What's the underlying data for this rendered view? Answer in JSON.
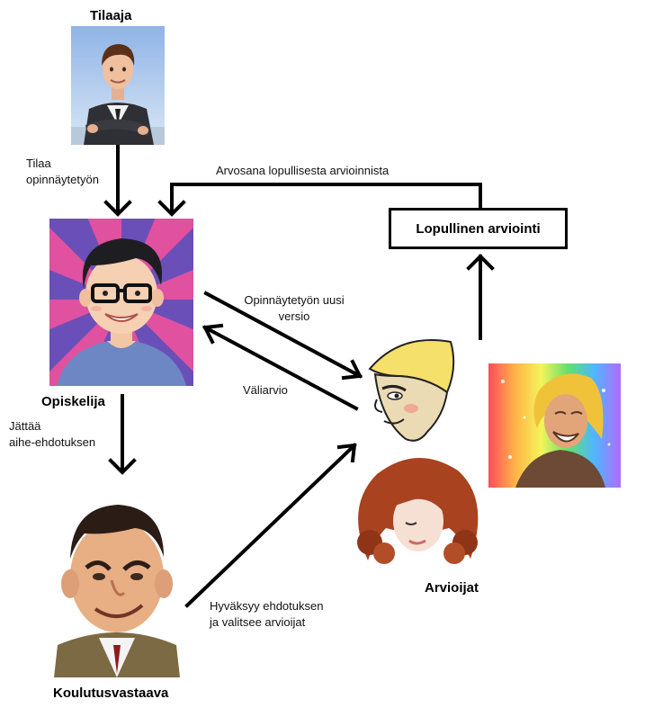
{
  "nodes": {
    "tilaaja": {
      "label": "Tilaaja"
    },
    "opiskelija": {
      "label": "Opiskelija"
    },
    "koulutusvastaava": {
      "label": "Koulutusvastaava"
    },
    "arvioijat": {
      "label": "Arvioijat"
    },
    "final": {
      "label": "Lopullinen arviointi"
    }
  },
  "edges": {
    "order": {
      "line1": "Tilaa",
      "line2": "opinnäytetyön"
    },
    "grade": {
      "text": "Arvosana lopullisesta arvioinnista"
    },
    "new_version": {
      "line1": "Opinnäytetyön uusi",
      "line2": "versio"
    },
    "interim": {
      "text": "Väliarvio"
    },
    "submit_topic": {
      "line1": "Jättää",
      "line2": "aihe-ehdotuksen"
    },
    "approve": {
      "line1": "Hyväksyy ehdotuksen",
      "line2": "ja valitsee arvioijat"
    }
  },
  "colors": {
    "arrow": "#000000",
    "sunburst_pink": "#e0519f",
    "sunburst_purple": "#6b4fb8",
    "sky": "#a9c6ea",
    "rainbow": [
      "#ff4b5c",
      "#ffb347",
      "#f4f45a",
      "#63e06b",
      "#4fb6ff",
      "#b06bff"
    ]
  },
  "icons": [
    "businessman-portrait-icon",
    "student-portrait-icon",
    "coordinator-caricature-icon",
    "blond-man-reviewer-icon",
    "red-haired-woman-reviewer-icon",
    "rainbow-hero-reviewer-icon"
  ]
}
